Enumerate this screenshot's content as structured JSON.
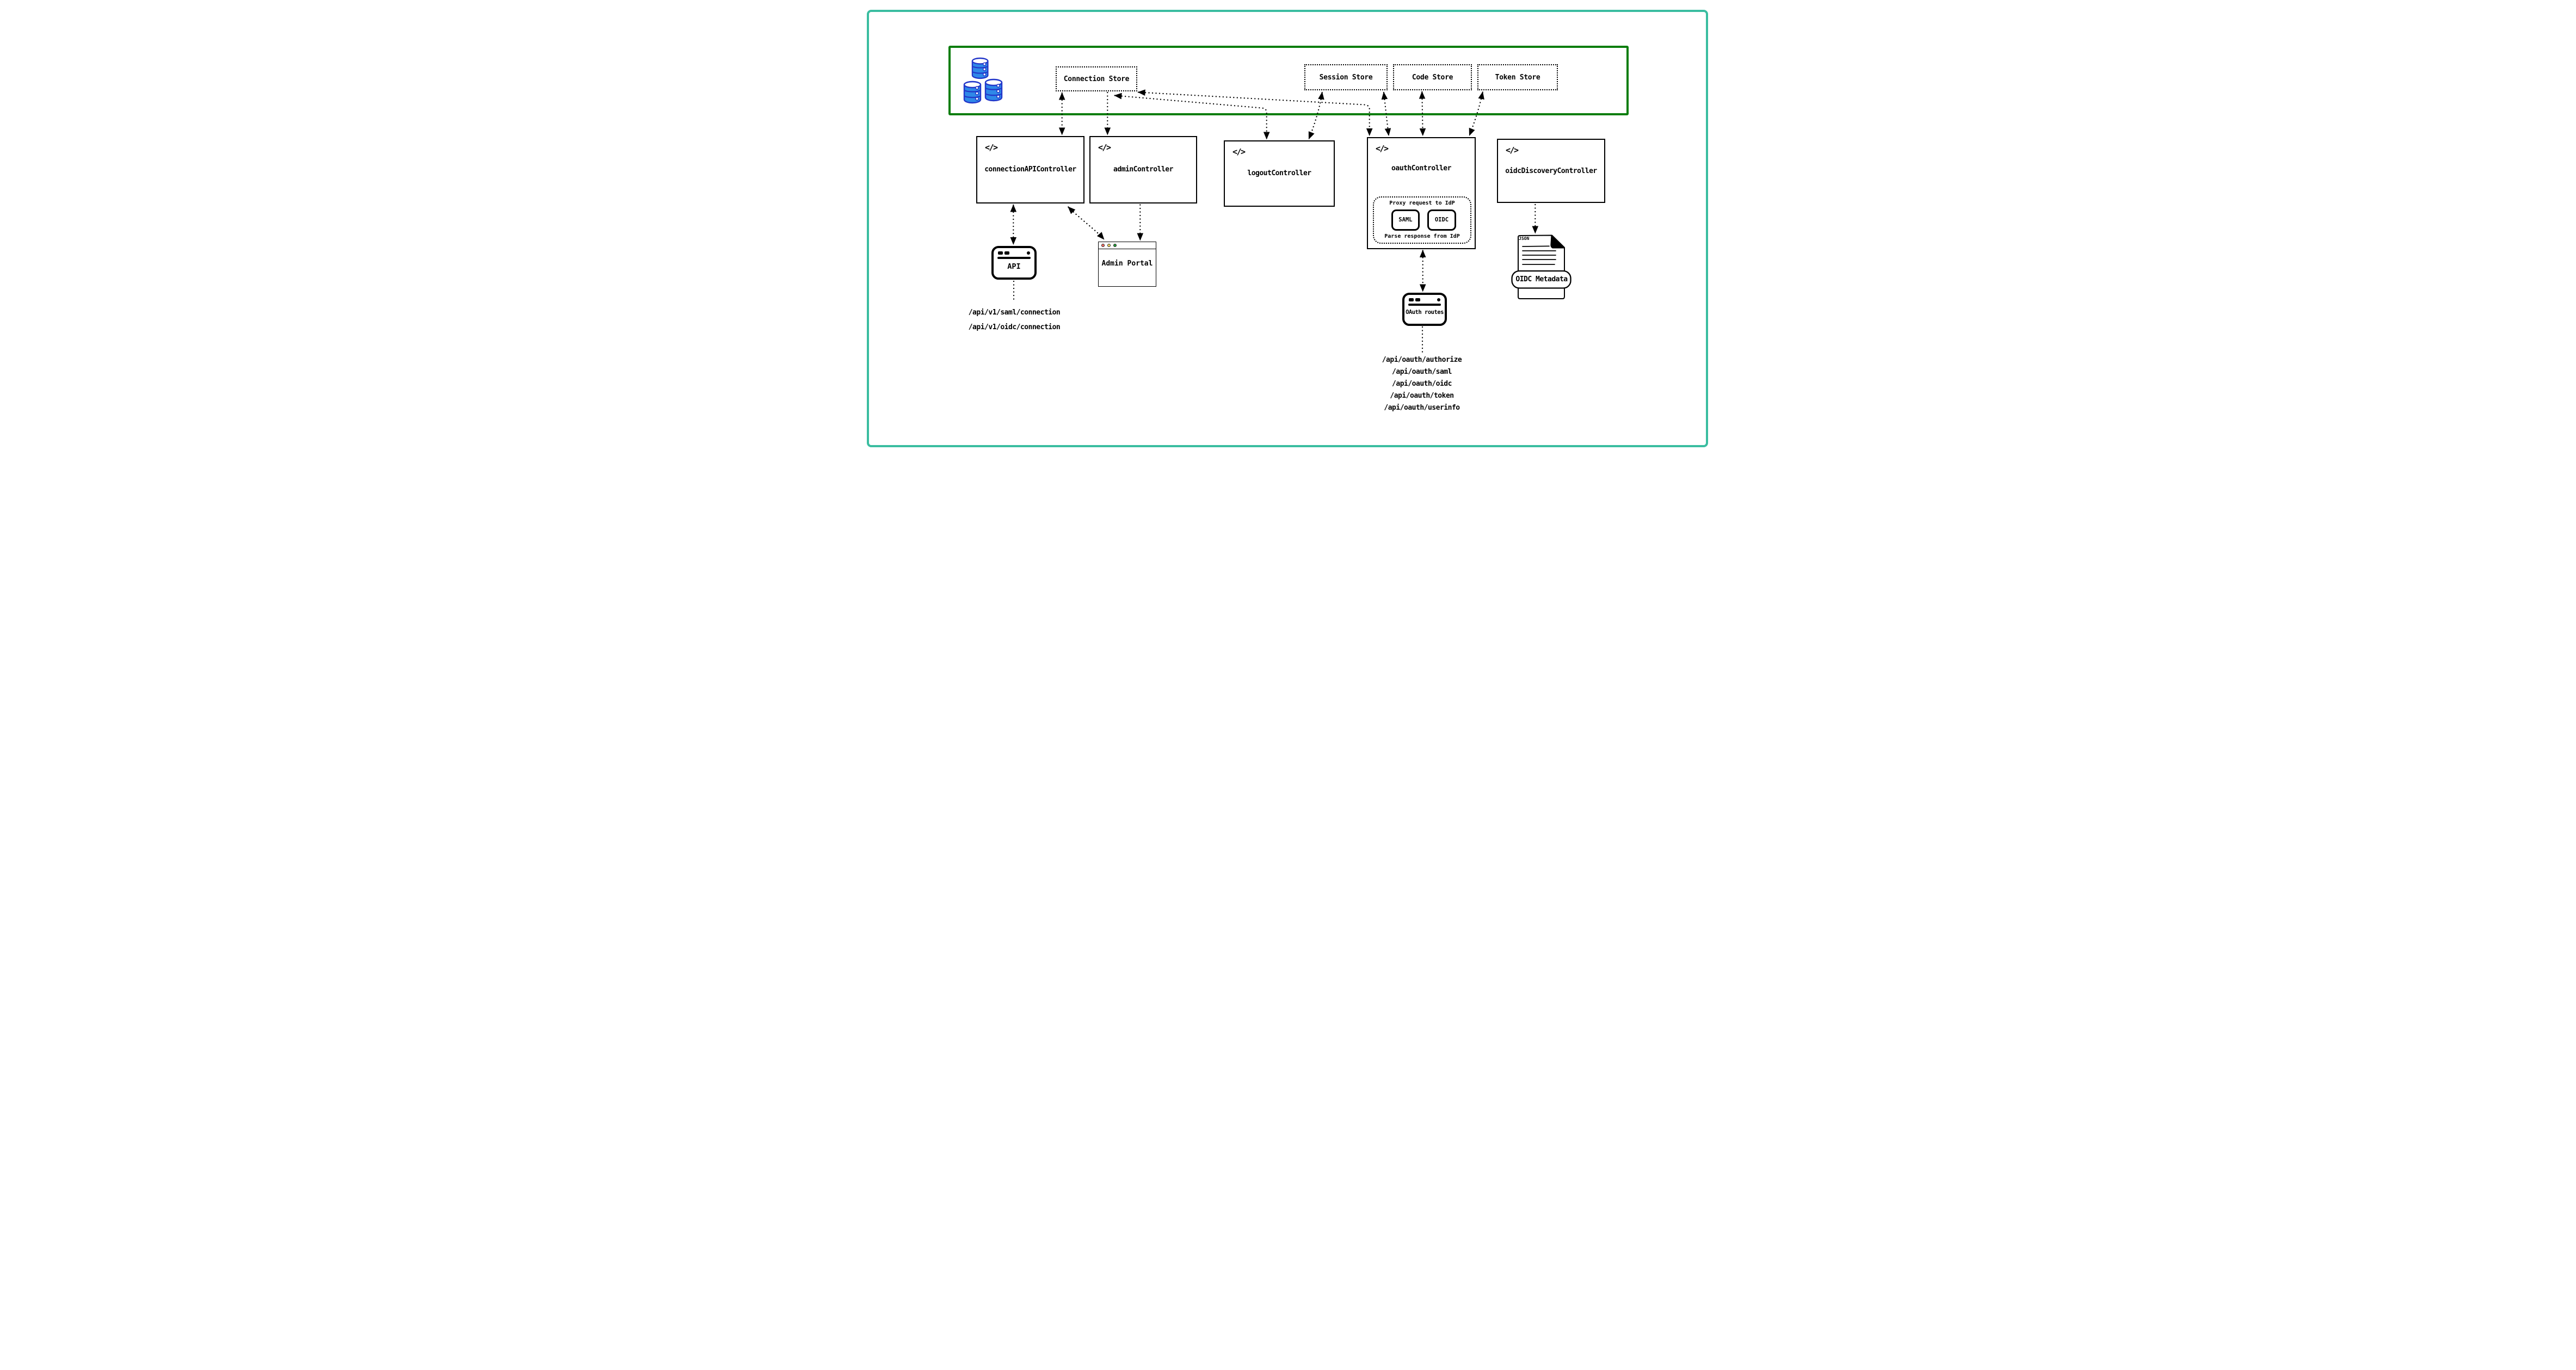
{
  "stores": {
    "connection": "Connection Store",
    "session": "Session Store",
    "code": "Code Store",
    "token": "Token Store"
  },
  "controllers": {
    "connection_api": "connectionAPIController",
    "admin": "adminController",
    "logout": "logoutController",
    "oauth": "oauthController",
    "oidc_discovery": "oidcDiscoveryController"
  },
  "icons": {
    "code_glyph": "</>"
  },
  "proxy": {
    "title": "Proxy request to IdP",
    "saml": "SAML",
    "oidc": "OIDC",
    "footer": "Parse response from IdP"
  },
  "windows": {
    "api": "API",
    "admin_portal": "Admin Portal",
    "oauth_routes": "OAuth routes"
  },
  "doc": {
    "badge": "JSON",
    "label": "OIDC Metadata"
  },
  "endpoints": {
    "api": [
      "/api/v1/saml/connection",
      "/api/v1/oidc/connection"
    ],
    "oauth": [
      "/api/oauth/authorize",
      "/api/oauth/saml",
      "/api/oauth/oidc",
      "/api/oauth/token",
      "/api/oauth/userinfo"
    ]
  },
  "colors": {
    "frame": "#3abda0",
    "zone": "#0a7d0c",
    "db_fill": "#2f88e8",
    "db_stroke": "#2236c9",
    "light_red": "#f87168",
    "light_yellow": "#f6d564",
    "light_green": "#279c39"
  }
}
